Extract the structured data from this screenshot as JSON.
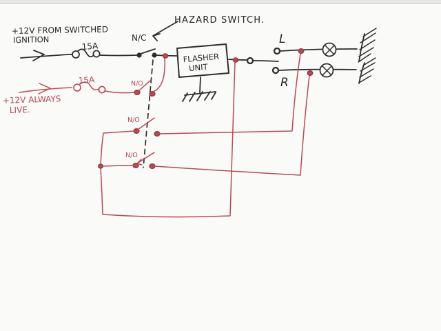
{
  "colors": {
    "paper": "#fafaf9",
    "scan_strip": "#e7e7e5",
    "ink_black": "#2d2d2d",
    "ink_red": "#b84a52"
  },
  "diagram": {
    "title": "HAZARD SWITCH.",
    "black_circuit": {
      "supply_label_line1": "+12V FROM SWITCHED",
      "supply_label_line2": "IGNITION",
      "fuse_label": "15A",
      "contact_label": "N/C",
      "flasher_unit_line1": "FLASHER",
      "flasher_unit_line2": "UNIT",
      "left_lamp_label": "L",
      "right_lamp_label": "R"
    },
    "red_circuit": {
      "supply_label_line1": "+12V ALWAYS",
      "supply_label_line2": "LIVE.",
      "fuse_label": "15A",
      "contact1_label": "N/O",
      "contact2_label": "N/O",
      "contact3_label": "N/O"
    }
  }
}
